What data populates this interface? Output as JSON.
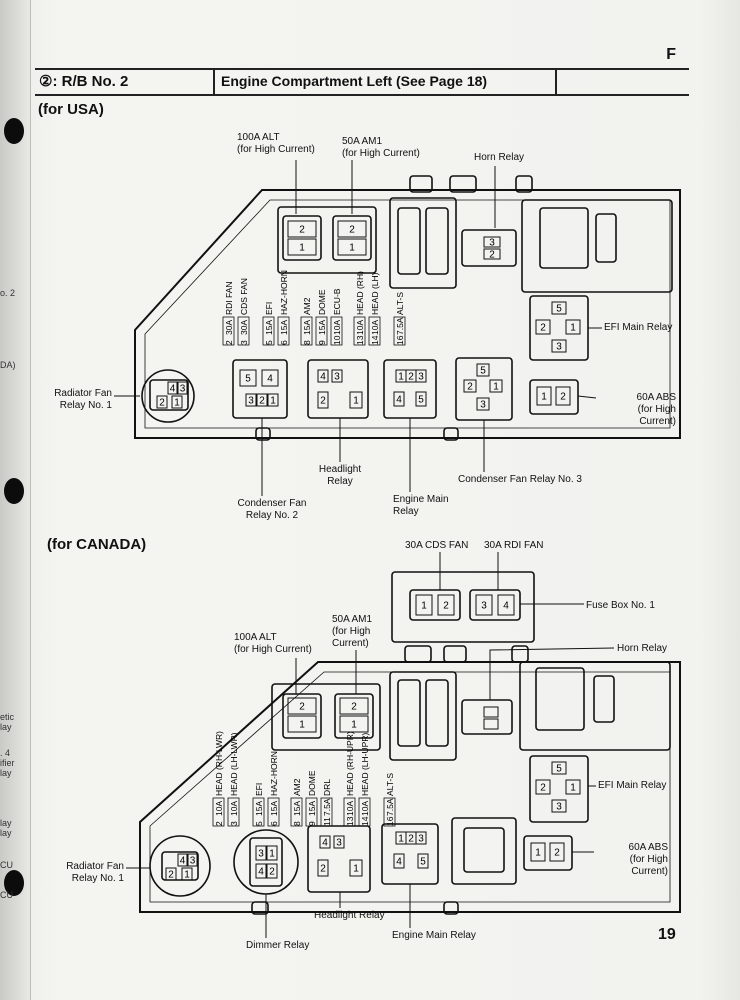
{
  "section_letter": "F",
  "header": {
    "left": "②: R/B No. 2",
    "right": "Engine Compartment Left (See Page 18)"
  },
  "usa": {
    "title": "(for USA)",
    "labels": {
      "alt": "100A ALT\n(for High Current)",
      "am1": "50A AM1\n(for High Current)",
      "horn": "Horn Relay",
      "efi_main": "EFI Main Relay",
      "abs": "60A ABS\n(for High\nCurrent)",
      "radiator": "Radiator Fan\nRelay No. 1",
      "headlight": "Headlight\nRelay",
      "engine_main": "Engine Main\nRelay",
      "condenser3": "Condenser Fan Relay No. 3",
      "condenser2": "Condenser Fan\nRelay No. 2"
    },
    "fuse_columns": [
      {
        "name": "RDI FAN",
        "amp": "30A",
        "no": "2"
      },
      {
        "name": "CDS FAN",
        "amp": "30A",
        "no": "3"
      },
      {
        "name": "EFI",
        "amp": "15A",
        "no": "5"
      },
      {
        "name": "HAZ-HORN",
        "amp": "15A",
        "no": "6"
      },
      {
        "name": "AM2",
        "amp": "15A",
        "no": "8"
      },
      {
        "name": "DOME",
        "amp": "15A",
        "no": "9"
      },
      {
        "name": "ECU-B",
        "amp": "10A",
        "no": "10"
      },
      {
        "name": "HEAD (RH)",
        "amp": "10A",
        "no": "13"
      },
      {
        "name": "HEAD (LH)",
        "amp": "10A",
        "no": "14"
      },
      {
        "name": "ALT-S",
        "amp": "7.5A",
        "no": "16"
      }
    ]
  },
  "canada": {
    "title": "(for CANADA)",
    "labels": {
      "cds": "30A CDS FAN",
      "rdi": "30A RDI FAN",
      "fusebox": "Fuse Box No. 1",
      "alt": "100A ALT\n(for High Current)",
      "am1": "50A AM1\n(for High\nCurrent)",
      "horn": "Horn Relay",
      "efi_main": "EFI Main Relay",
      "abs": "60A ABS\n(for High\nCurrent)",
      "radiator": "Radiator Fan\nRelay No. 1",
      "headlight": "Headlight Relay",
      "engine_main": "Engine Main Relay",
      "dimmer": "Dimmer Relay"
    },
    "fuse_columns": [
      {
        "name": "HEAD (RH-LWR)",
        "amp": "10A",
        "no": "2"
      },
      {
        "name": "HEAD (LH-LWR)",
        "amp": "10A",
        "no": "3"
      },
      {
        "name": "EFI",
        "amp": "15A",
        "no": "5"
      },
      {
        "name": "HAZ-HORN",
        "amp": "15A",
        "no": "6"
      },
      {
        "name": "AM2",
        "amp": "15A",
        "no": "8"
      },
      {
        "name": "DOME",
        "amp": "15A",
        "no": "9"
      },
      {
        "name": "DRL",
        "amp": "7.5A",
        "no": "11"
      },
      {
        "name": "HEAD (RH-UPR)",
        "amp": "10A",
        "no": "13"
      },
      {
        "name": "HEAD (LH-UPR)",
        "amp": "10A",
        "no": "14"
      },
      {
        "name": "ALT-S",
        "amp": "7.5A",
        "no": "16"
      }
    ]
  },
  "page_number": "19",
  "binder_edge_text": [
    "o. 2",
    "DA)",
    "etic\nlay",
    ". 4\nifier\nlay",
    "lay\nlay",
    "CU",
    "CU"
  ]
}
